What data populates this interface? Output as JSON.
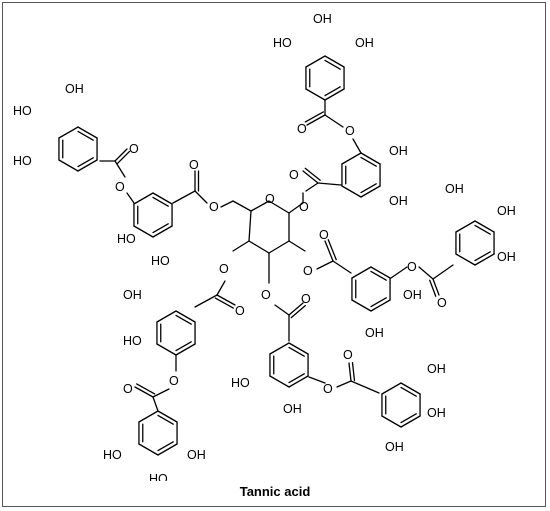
{
  "figure": {
    "caption": "Tannic acid",
    "labels": {
      "hydroxyl": "OH",
      "hydroxyl_left": "HO",
      "oxygen": "O"
    }
  }
}
